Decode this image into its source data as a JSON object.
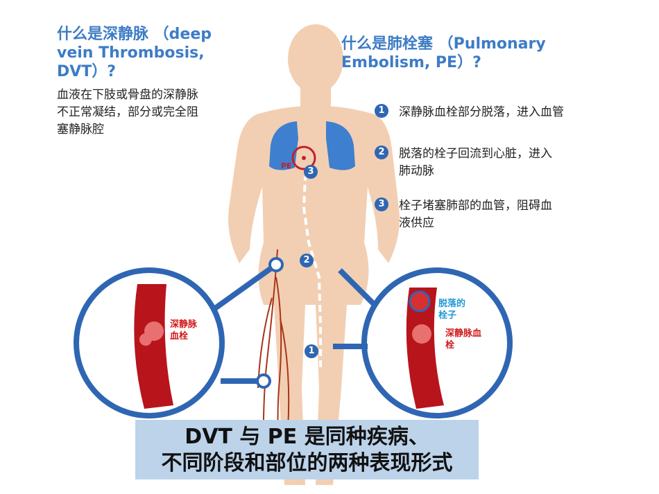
{
  "dvt": {
    "title": "什么是深静脉（deep vein Thrombosis, DVT）?",
    "title_lines": [
      "什么是深静脉 （deep",
      "vein Thrombosis,",
      "DVT）?"
    ],
    "desc_lines": [
      "血液在下肢或骨盘的深静脉",
      "不正常凝结，部分或完全阻",
      "塞静脉腔"
    ]
  },
  "pe": {
    "title_lines": [
      "什么是肺栓塞 （Pulmonary",
      "Embolism, PE）?"
    ],
    "steps": [
      {
        "num": "1",
        "lines": [
          "深静脉血栓部分脱落，进入血管"
        ]
      },
      {
        "num": "2",
        "lines": [
          "脱落的栓子回流到心脏，进入",
          "肺动脉"
        ]
      },
      {
        "num": "3",
        "lines": [
          "栓子堵塞肺部的血管，阻碍血",
          "液供应"
        ]
      }
    ]
  },
  "figure": {
    "pe_label": "PE",
    "markers": [
      "1",
      "2",
      "3"
    ],
    "left_zoom_label": [
      "深静脉",
      "血栓"
    ],
    "right_zoom_label_detached": [
      "脱落的",
      "栓子"
    ],
    "right_zoom_label_dvt": [
      "深静脉血",
      "栓"
    ]
  },
  "banner": {
    "lines": [
      "DVT 与 PE 是同种疾病、",
      "不同阶段和部位的两种表现形式"
    ]
  },
  "colors": {
    "title_blue": "#3d7cc6",
    "ring_blue": "#2f66b3",
    "lung_blue": "#3f7fd0",
    "skin": "#f2cfb3",
    "vessel_red": "#b8141c",
    "banner_bg": "#bcd3ea"
  }
}
